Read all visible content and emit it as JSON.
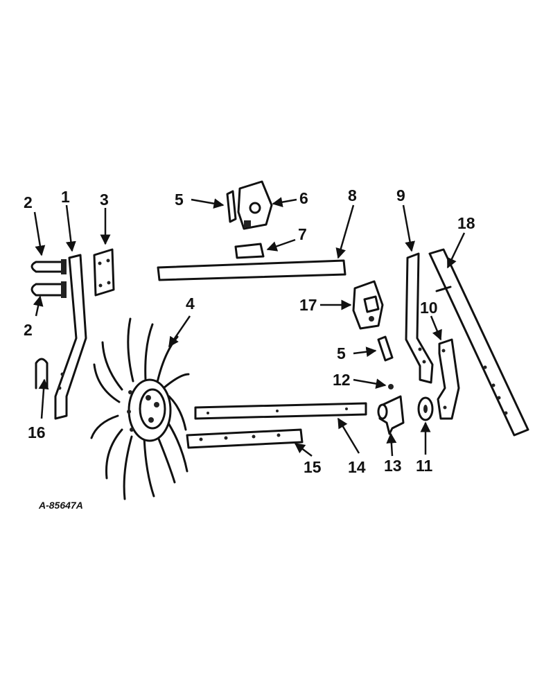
{
  "diagram": {
    "figure_id": "A-85647A",
    "callouts": [
      "1",
      "2",
      "2",
      "3",
      "4",
      "5",
      "5",
      "6",
      "7",
      "8",
      "9",
      "10",
      "11",
      "12",
      "13",
      "14",
      "15",
      "16",
      "17",
      "18"
    ]
  }
}
